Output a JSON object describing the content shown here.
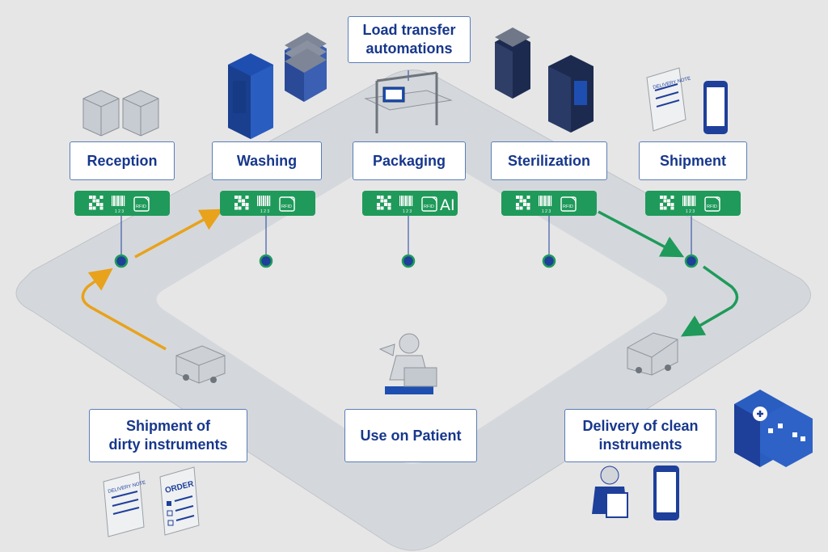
{
  "stations": {
    "reception": "Reception",
    "washing": "Washing",
    "packaging": "Packaging",
    "sterilization": "Sterilization",
    "shipment": "Shipment"
  },
  "load_transfer": [
    "Load transfer",
    "automations"
  ],
  "bottom": {
    "dirty": [
      "Shipment of",
      "dirty instruments"
    ],
    "patient": "Use on Patient",
    "clean": [
      "Delivery of clean",
      "instruments"
    ]
  },
  "chips": {
    "rfid": "RFID",
    "barcode_digits": "1 2 3",
    "ai": "AI"
  },
  "documents": {
    "delivery_note": "DELIVERY NOTE",
    "order": "ORDER"
  },
  "colors": {
    "track": "#d5d9de",
    "brand_blue": "#1e3f9a",
    "arrow_orange": "#e8a21c",
    "arrow_green": "#1f9a5a",
    "chip_green": "#1f9a5a"
  }
}
